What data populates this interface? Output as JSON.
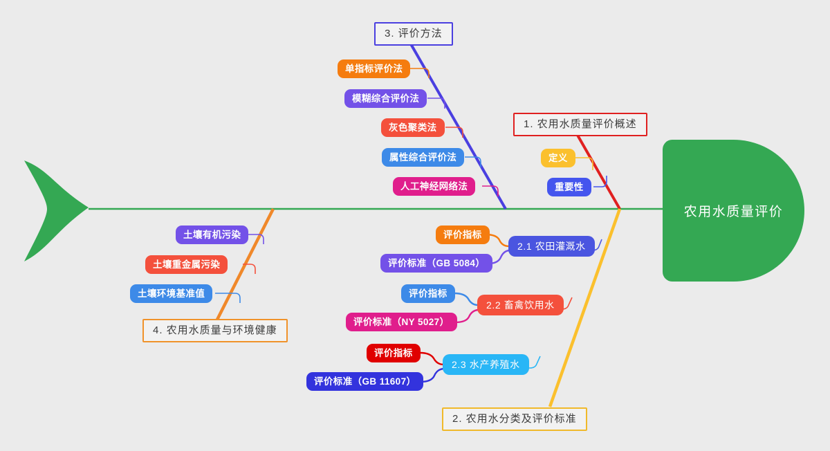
{
  "diagram": {
    "type": "fishbone",
    "background_color": "#ebebeb",
    "spine_color": "#34a853",
    "head": {
      "label": "农用水质量评价",
      "color": "#34a853",
      "text_color": "#ffffff"
    },
    "tail": {
      "color": "#34a853"
    }
  },
  "branches": [
    {
      "id": "b1",
      "title": "1. 农用水质量评价概述",
      "border_color": "#e02020",
      "bone_color": "#e02020",
      "side": "top",
      "items": [
        {
          "label": "定义",
          "color": "#fbc02d"
        },
        {
          "label": "重要性",
          "color": "#4455ee"
        }
      ]
    },
    {
      "id": "b3",
      "title": "3. 评价方法",
      "border_color": "#4a3fe0",
      "bone_color": "#4a3fe0",
      "side": "top",
      "items": [
        {
          "label": "单指标评价法",
          "color": "#f57c0f"
        },
        {
          "label": "模糊综合评价法",
          "color": "#7351e8"
        },
        {
          "label": "灰色聚类法",
          "color": "#f4503c"
        },
        {
          "label": "属性综合评价法",
          "color": "#3d8ae8"
        },
        {
          "label": "人工神经网络法",
          "color": "#e01e8c"
        }
      ]
    },
    {
      "id": "b2",
      "title": "2. 农用水分类及评价标准",
      "border_color": "#f0b92a",
      "bone_color": "#fbc02d",
      "side": "bottom",
      "groups": [
        {
          "label": "2.1 农田灌溉水",
          "color": "#4a55e0",
          "items": [
            {
              "label": "评价指标",
              "color": "#f57c0f"
            },
            {
              "label": "评价标准（GB 5084）",
              "color": "#7351e8"
            }
          ]
        },
        {
          "label": "2.2 畜禽饮用水",
          "color": "#f4503c",
          "items": [
            {
              "label": "评价指标",
              "color": "#3d8ae8"
            },
            {
              "label": "评价标准（NY 5027）",
              "color": "#e01e8c"
            }
          ]
        },
        {
          "label": "2.3 水产养殖水",
          "color": "#29b6f6",
          "items": [
            {
              "label": "评价指标",
              "color": "#e00000"
            },
            {
              "label": "评价标准（GB 11607）",
              "color": "#3333dd"
            }
          ]
        }
      ]
    },
    {
      "id": "b4",
      "title": "4. 农用水质量与环境健康",
      "border_color": "#f0922a",
      "bone_color": "#f0882a",
      "side": "bottom",
      "items": [
        {
          "label": "土壤有机污染",
          "color": "#7351e8"
        },
        {
          "label": "土壤重金属污染",
          "color": "#f4503c"
        },
        {
          "label": "土壤环境基准值",
          "color": "#3d8ae8"
        }
      ]
    }
  ]
}
